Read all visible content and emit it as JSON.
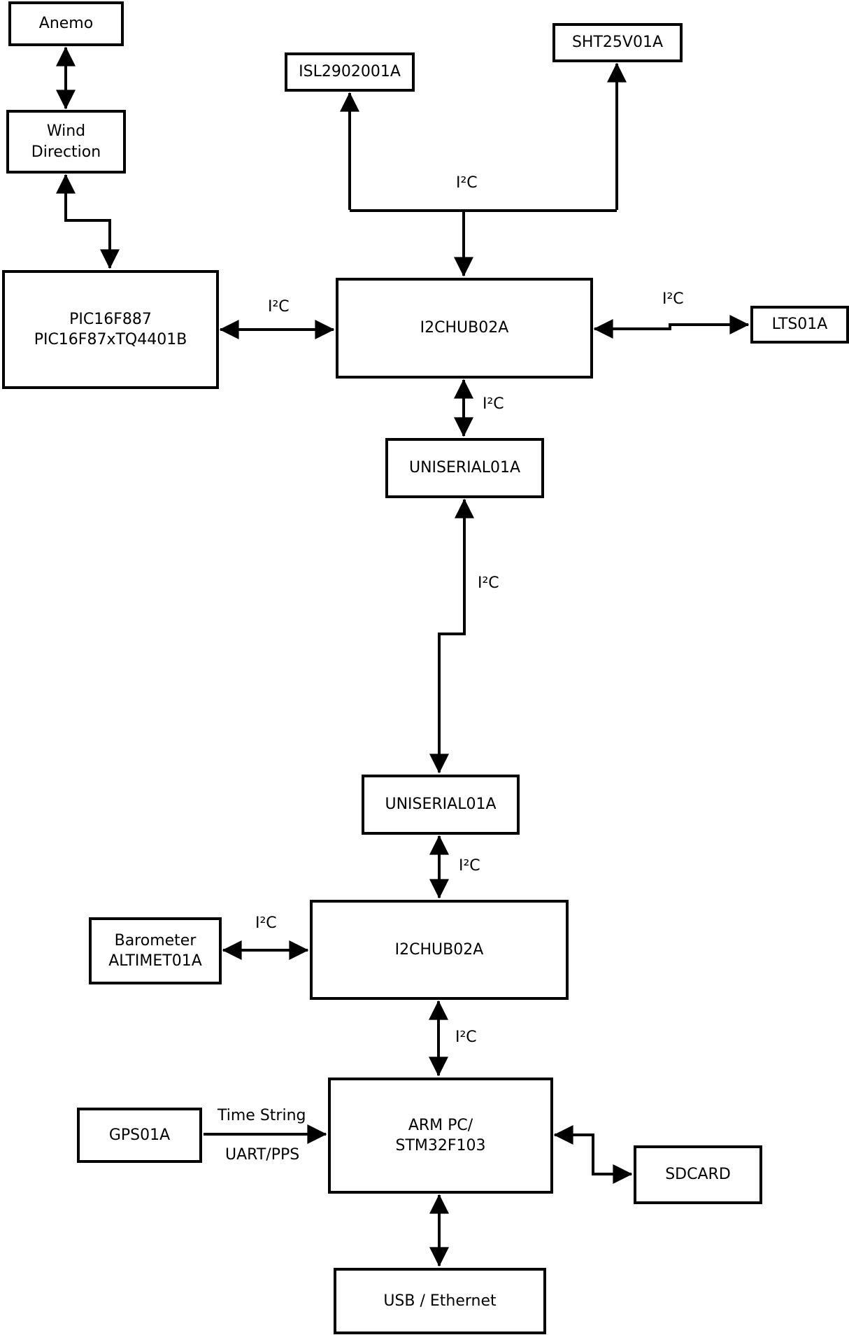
{
  "diagram": {
    "background": "#ffffff",
    "line_color": "#000000",
    "nodes": {
      "anemo": {
        "label": "Anemo"
      },
      "wind_direction": {
        "line1": "Wind",
        "line2": "Direction"
      },
      "pic16f887": {
        "line1": "PIC16F887",
        "line2": "PIC16F87xTQ4401B"
      },
      "isl2902001a": {
        "label": "ISL2902001A"
      },
      "sht25v01a": {
        "label": "SHT25V01A"
      },
      "i2chub02a_top": {
        "label": "I2CHUB02A"
      },
      "lts01a": {
        "label": "LTS01A"
      },
      "uniserial01a_upper": {
        "label": "UNISERIAL01A"
      },
      "uniserial01a_lower": {
        "label": "UNISERIAL01A"
      },
      "i2chub02a_bottom": {
        "label": "I2CHUB02A"
      },
      "barometer": {
        "line1": "Barometer",
        "line2": "ALTIMET01A"
      },
      "arm_pc": {
        "line1": "ARM PC/",
        "line2": "STM32F103"
      },
      "gps01a": {
        "label": "GPS01A"
      },
      "sdcard": {
        "label": "SDCARD"
      },
      "usb_ethernet": {
        "label": "USB / Ethernet"
      }
    },
    "edge_labels": {
      "i2c": "I²C",
      "time_string": "Time String",
      "uart_pps": "UART/PPS"
    }
  }
}
